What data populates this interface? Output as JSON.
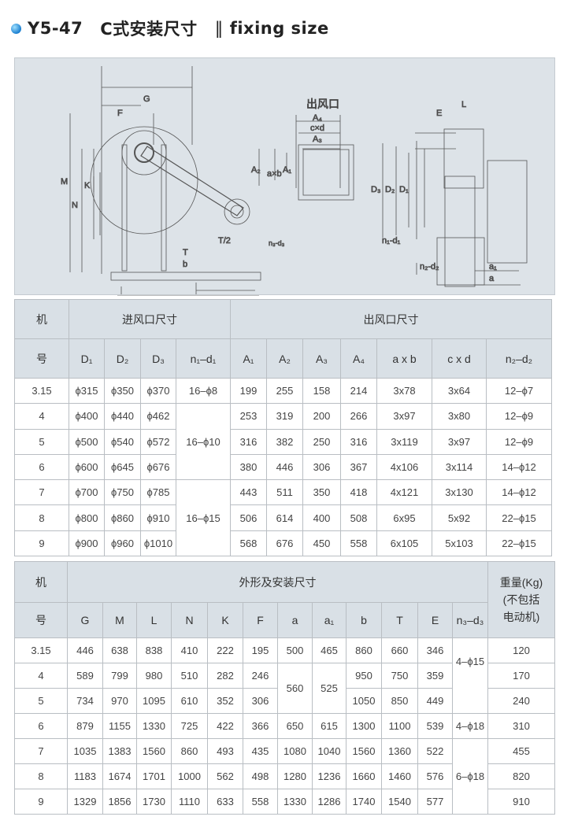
{
  "title": {
    "model": "Y5-47",
    "cn": "C式安装尺寸",
    "sep": "‖",
    "en": "fixing size"
  },
  "drawing": {
    "outlet_title": "出风口",
    "labels": {
      "G": "G",
      "F": "F",
      "M": "M",
      "N": "N",
      "K": "K",
      "T2": "T/2",
      "T": "T",
      "b": "b",
      "n3d3": "n₃-d₃",
      "A4": "A₄",
      "cxd": "c×d",
      "A3": "A₃",
      "A2": "A₂",
      "axb": "a×b",
      "A1": "A₁",
      "L": "L",
      "E": "E",
      "D3": "D₃",
      "D2": "D₂",
      "D1": "D₁",
      "n1d1": "n₁-d₁",
      "n2d2": "n₂-d₂",
      "a1": "a₁",
      "a": "a"
    }
  },
  "table1": {
    "machine_top": "机",
    "machine_bottom": "号",
    "group_inlet": "进风口尺寸",
    "group_outlet": "出风口尺寸",
    "columns": [
      "D₁",
      "D₂",
      "D₃",
      "n₁–d₁",
      "A₁",
      "A₂",
      "A₃",
      "A₄",
      "a x b",
      "c x d",
      "n₂–d₂"
    ],
    "rows": [
      {
        "no": "3.15",
        "D1": "ϕ315",
        "D2": "ϕ350",
        "D3": "ϕ370",
        "A1": "199",
        "A2": "255",
        "A3": "158",
        "A4": "214",
        "ab": "3x78",
        "cd": "3x64",
        "n2d2": "12–ϕ7"
      },
      {
        "no": "4",
        "D1": "ϕ400",
        "D2": "ϕ440",
        "D3": "ϕ462",
        "A1": "253",
        "A2": "319",
        "A3": "200",
        "A4": "266",
        "ab": "3x97",
        "cd": "3x80",
        "n2d2": "12–ϕ9"
      },
      {
        "no": "5",
        "D1": "ϕ500",
        "D2": "ϕ540",
        "D3": "ϕ572",
        "A1": "316",
        "A2": "382",
        "A3": "250",
        "A4": "316",
        "ab": "3x119",
        "cd": "3x97",
        "n2d2": "12–ϕ9"
      },
      {
        "no": "6",
        "D1": "ϕ600",
        "D2": "ϕ645",
        "D3": "ϕ676",
        "A1": "380",
        "A2": "446",
        "A3": "306",
        "A4": "367",
        "ab": "4x106",
        "cd": "3x114",
        "n2d2": "14–ϕ12"
      },
      {
        "no": "7",
        "D1": "ϕ700",
        "D2": "ϕ750",
        "D3": "ϕ785",
        "A1": "443",
        "A2": "511",
        "A3": "350",
        "A4": "418",
        "ab": "4x121",
        "cd": "3x130",
        "n2d2": "14–ϕ12"
      },
      {
        "no": "8",
        "D1": "ϕ800",
        "D2": "ϕ860",
        "D3": "ϕ910",
        "A1": "506",
        "A2": "614",
        "A3": "400",
        "A4": "508",
        "ab": "6x95",
        "cd": "5x92",
        "n2d2": "22–ϕ15"
      },
      {
        "no": "9",
        "D1": "ϕ900",
        "D2": "ϕ960",
        "D3": "ϕ1010",
        "A1": "568",
        "A2": "676",
        "A3": "450",
        "A4": "558",
        "ab": "6x105",
        "cd": "5x103",
        "n2d2": "22–ϕ15"
      }
    ],
    "n1d1_merged": [
      "16–ϕ8",
      "16–ϕ10",
      "16–ϕ15"
    ]
  },
  "table2": {
    "machine_top": "机",
    "machine_bottom": "号",
    "group": "外形及安装尺寸",
    "weight_header": "重量(Kg)",
    "weight_sub1": "(不包括",
    "weight_sub2": "电动机)",
    "columns": [
      "G",
      "M",
      "L",
      "N",
      "K",
      "F",
      "a",
      "a₁",
      "b",
      "T",
      "E",
      "n₃–d₃"
    ],
    "rows": [
      {
        "no": "3.15",
        "G": "446",
        "M": "638",
        "L": "838",
        "N": "410",
        "K": "222",
        "F": "195",
        "a": "500",
        "a1": "465",
        "b": "860",
        "T": "660",
        "E": "346",
        "w": "120"
      },
      {
        "no": "4",
        "G": "589",
        "M": "799",
        "L": "980",
        "N": "510",
        "K": "282",
        "F": "246",
        "b": "950",
        "T": "750",
        "E": "359",
        "w": "170"
      },
      {
        "no": "5",
        "G": "734",
        "M": "970",
        "L": "1095",
        "N": "610",
        "K": "352",
        "F": "306",
        "b": "1050",
        "T": "850",
        "E": "449",
        "w": "240"
      },
      {
        "no": "6",
        "G": "879",
        "M": "1155",
        "L": "1330",
        "N": "725",
        "K": "422",
        "F": "366",
        "a": "650",
        "a1": "615",
        "b": "1300",
        "T": "1100",
        "E": "539",
        "w": "310"
      },
      {
        "no": "7",
        "G": "1035",
        "M": "1383",
        "L": "1560",
        "N": "860",
        "K": "493",
        "F": "435",
        "a": "1080",
        "a1": "1040",
        "b": "1560",
        "T": "1360",
        "E": "522",
        "w": "455"
      },
      {
        "no": "8",
        "G": "1183",
        "M": "1674",
        "L": "1701",
        "N": "1000",
        "K": "562",
        "F": "498",
        "a": "1280",
        "a1": "1236",
        "b": "1660",
        "T": "1460",
        "E": "576",
        "w": "820"
      },
      {
        "no": "9",
        "G": "1329",
        "M": "1856",
        "L": "1730",
        "N": "1110",
        "K": "633",
        "F": "558",
        "a": "1330",
        "a1": "1286",
        "b": "1740",
        "T": "1540",
        "E": "577",
        "w": "910"
      }
    ],
    "merged_a_4_5": "560",
    "merged_a1_4_5": "525",
    "n3d3_merged": [
      "4–ϕ15",
      "4–ϕ18",
      "6–ϕ18"
    ]
  }
}
